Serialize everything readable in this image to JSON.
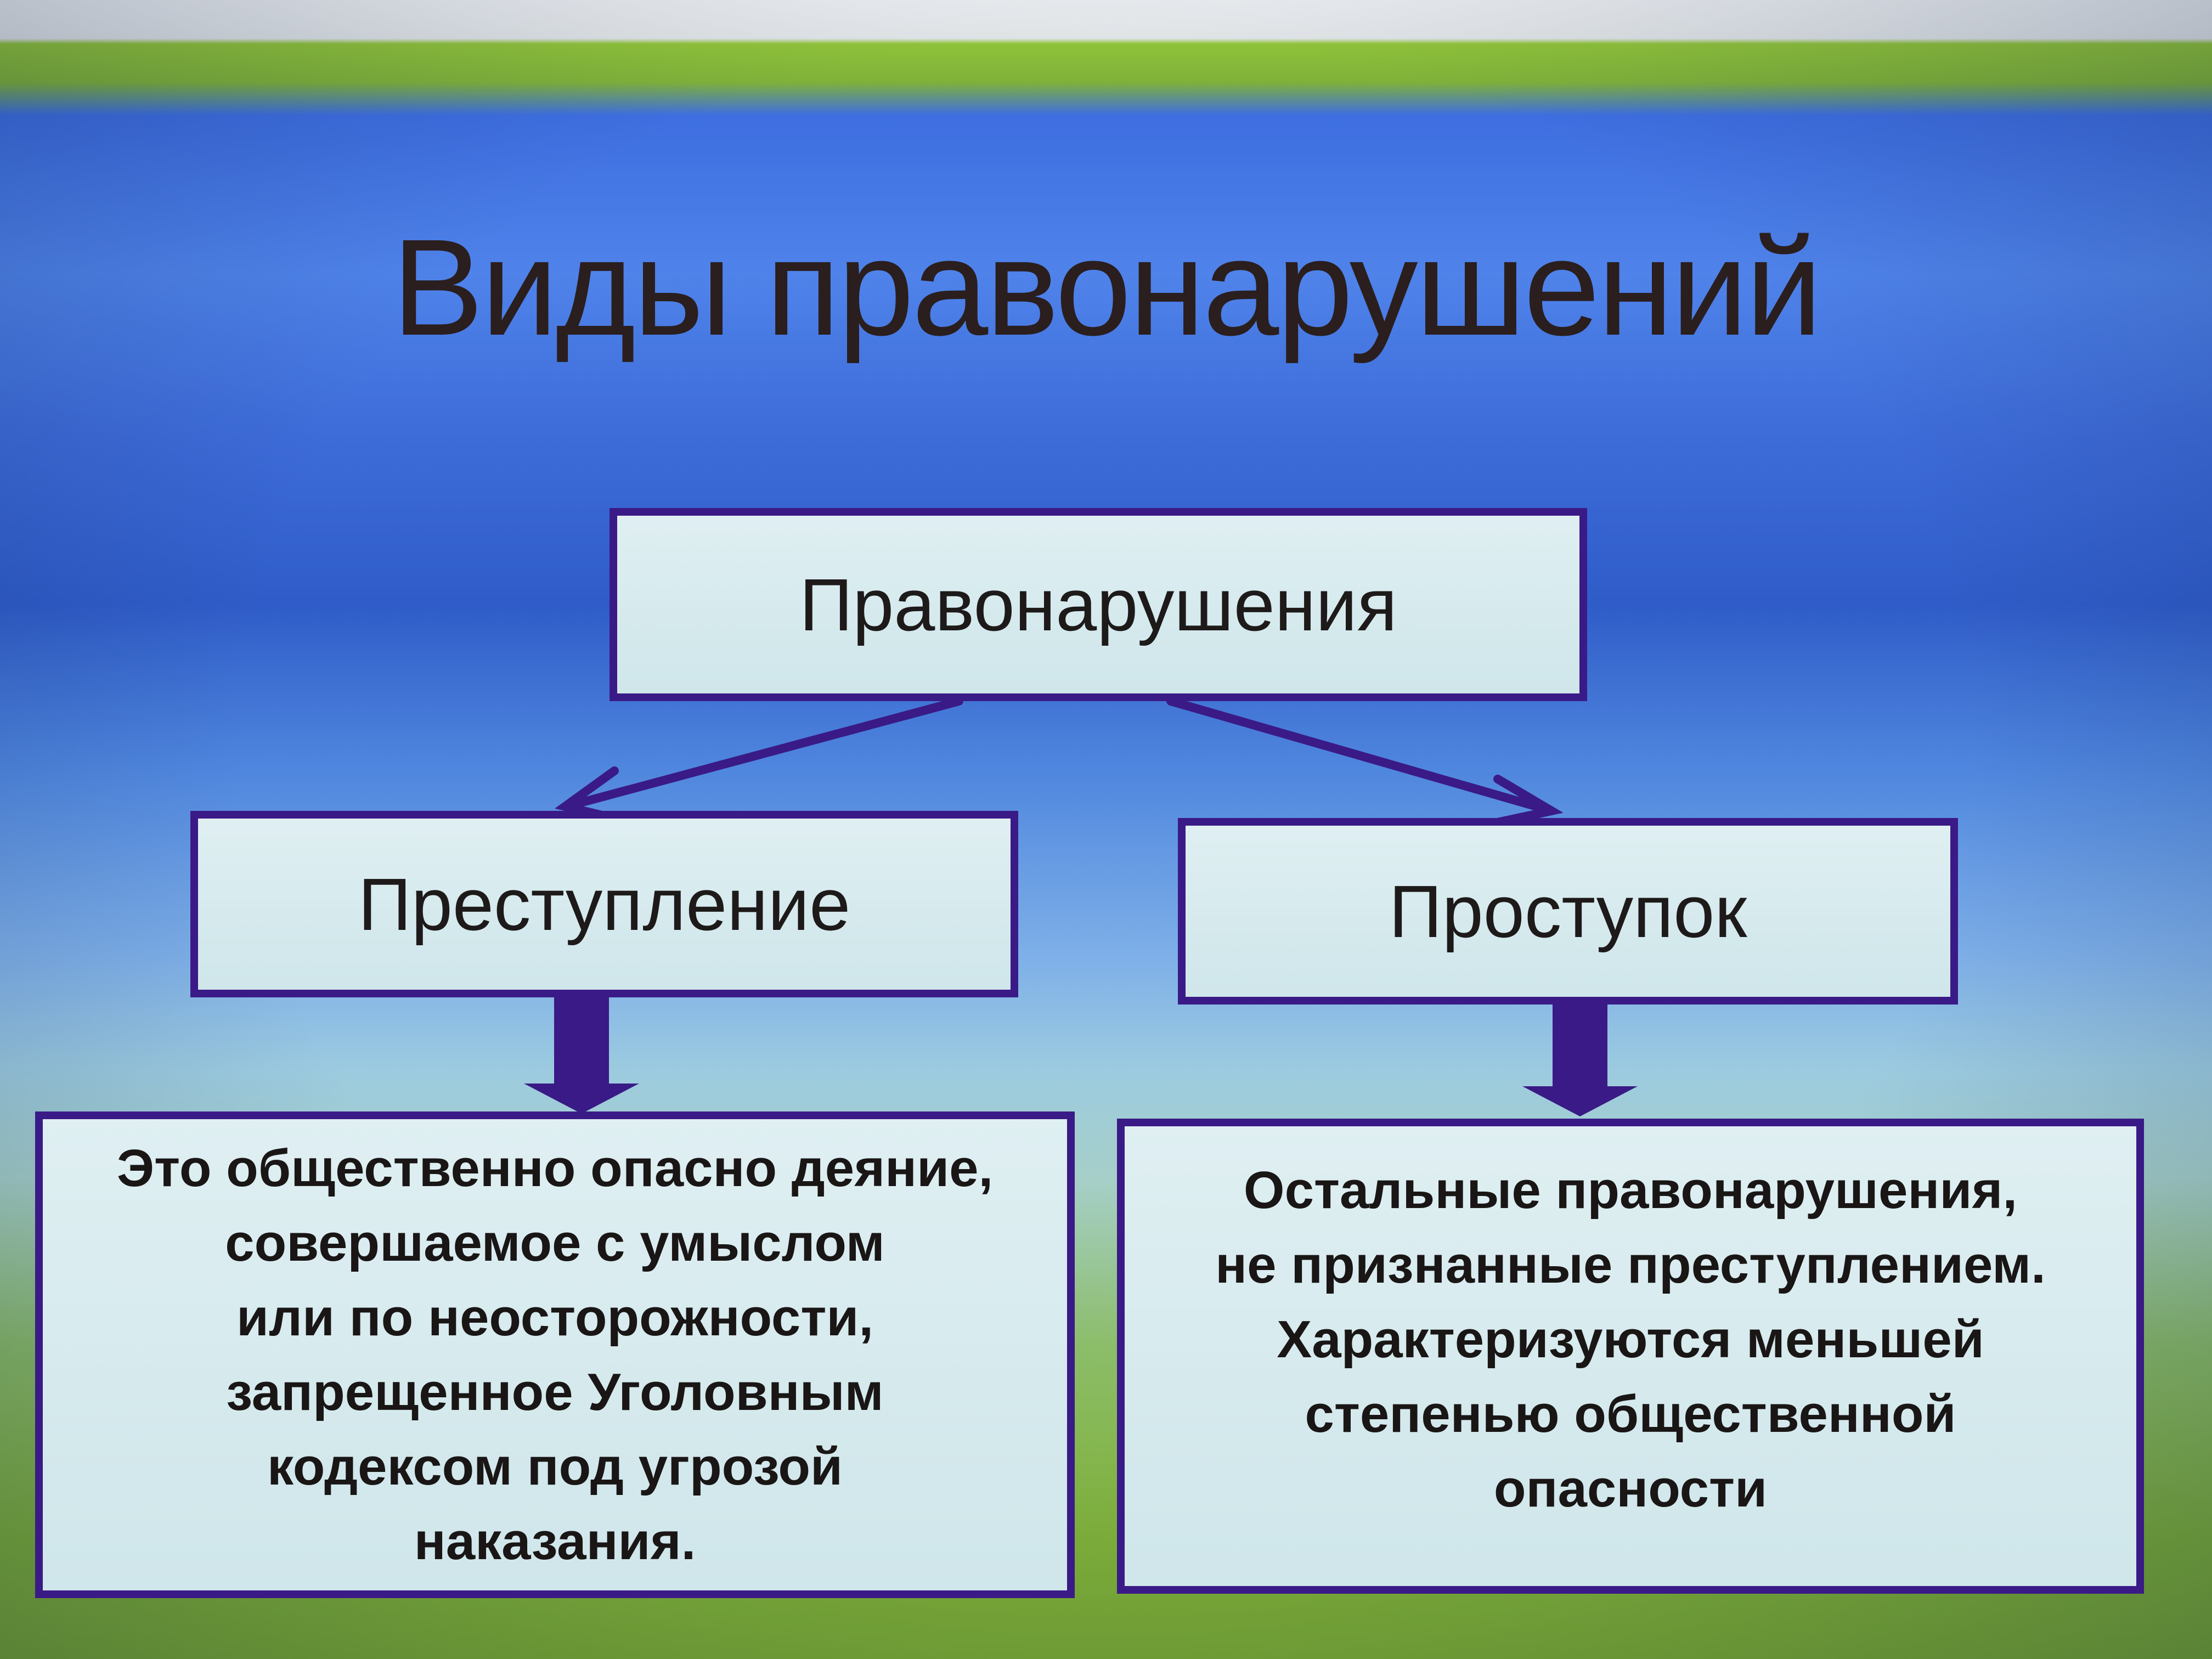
{
  "slide": {
    "title": "Виды правонарушений",
    "root": "Правонарушения",
    "branches": [
      {
        "label": "Преступление",
        "description": [
          "Это общественно опасно деяние,",
          "совершаемое с умыслом",
          "или по неосторожности,",
          "запрещенное Уголовным",
          "кодексом под угрозой",
          "наказания."
        ]
      },
      {
        "label": "Проступок",
        "description": [
          "Остальные правонарушения,",
          "не признанные преступлением.",
          "Характеризуются меньшей",
          "степенью общественной",
          "опасности"
        ]
      }
    ],
    "colors": {
      "border": "#3a1a86",
      "box": "#dfeff2",
      "text": "#1e1a1a"
    }
  }
}
